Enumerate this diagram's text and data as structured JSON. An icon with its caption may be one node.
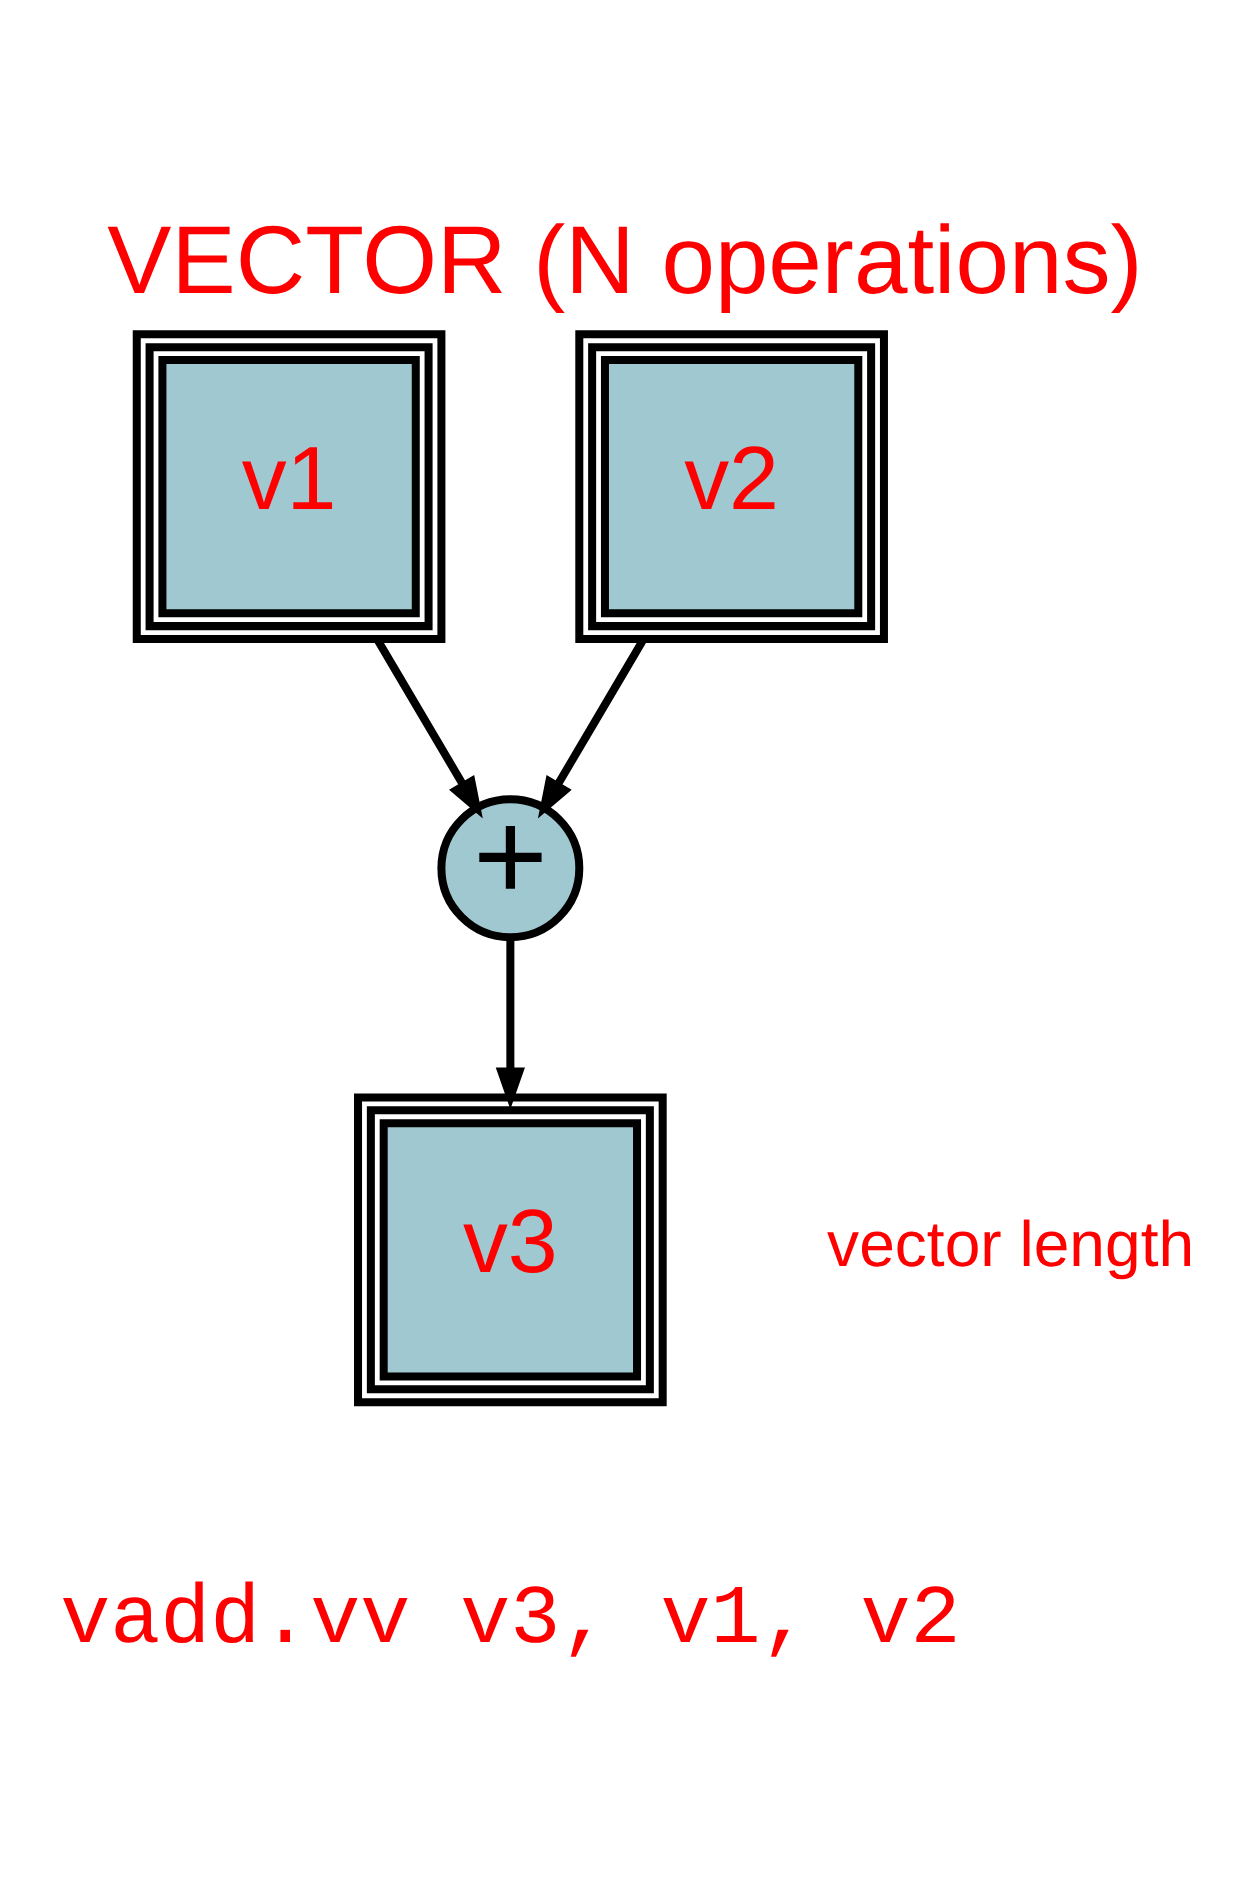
{
  "diagram": {
    "title": "VECTOR (N operations)",
    "caption": "vadd.vv v3, v1, v2",
    "nodes": [
      {
        "text": [
          "v1"
        ]
      },
      {
        "text": [
          "v2"
        ]
      },
      {
        "text": [
          "+"
        ]
      },
      {
        "text": [
          "v3"
        ]
      }
    ],
    "edges": [
      {
        "from": 0,
        "to": 2,
        "arrow": "to"
      },
      {
        "from": 1,
        "to": 2,
        "arrow": "to"
      },
      {
        "from": 2,
        "to": 3,
        "arrow": "to"
      }
    ],
    "labels": [
      "vector length"
    ]
  }
}
